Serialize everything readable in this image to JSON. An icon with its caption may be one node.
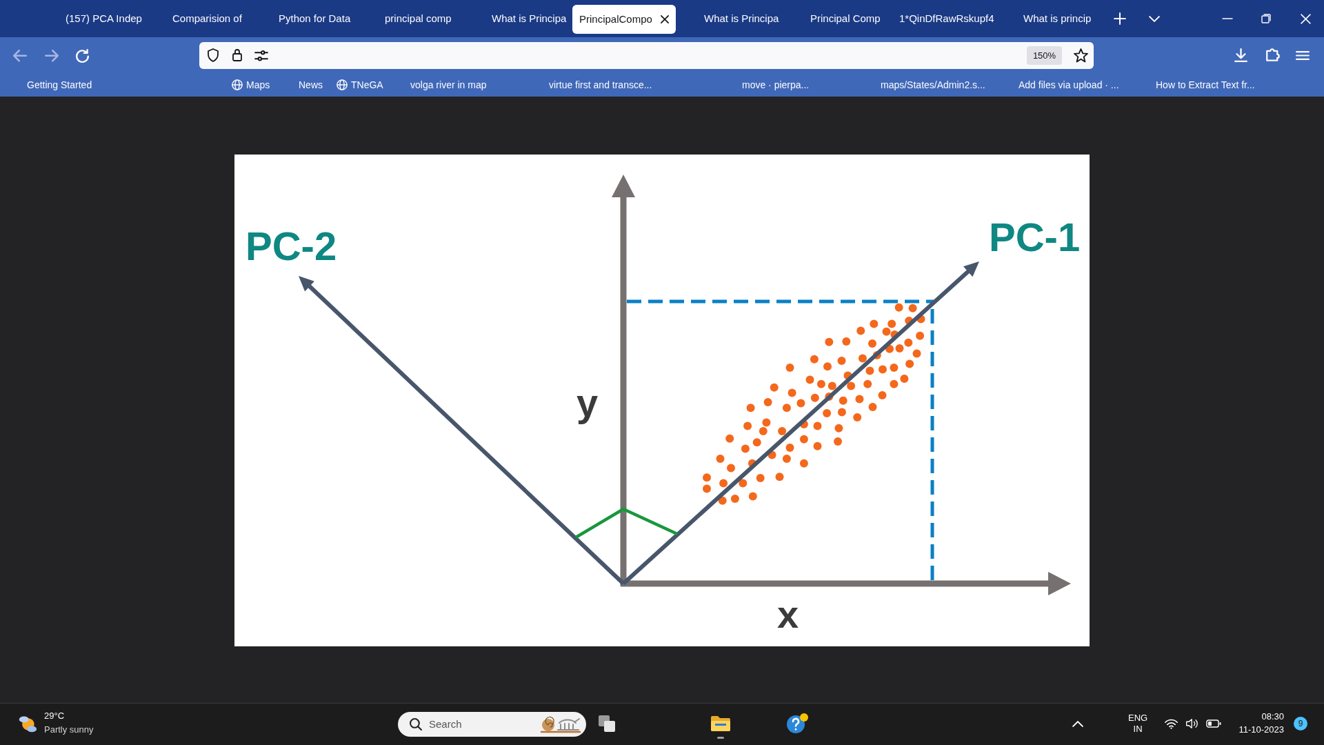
{
  "diagram": {
    "labels": [
      "(157) PCA Indep",
      "Comparision of",
      "Python for Data",
      "principal comp",
      "What is Principa",
      "PrincipalCompo",
      "What is Principa",
      "Principal Comp",
      "1*QinDfRawRskupf4",
      "What is princip",
      "150%",
      "Getting Started",
      "Maps",
      "News",
      "TNeGA",
      "volga river in map",
      "virtue first and transce...",
      "move · pierpa...",
      "maps/States/Admin2.s...",
      "Add files via upload · ...",
      "How to Extract Text fr...",
      "PC-2",
      "PC-1",
      "y",
      "x",
      "29°C",
      "Partly sunny",
      "Search",
      "ENG IN",
      "08:30",
      "11-10-2023",
      "9"
    ]
  }
}
